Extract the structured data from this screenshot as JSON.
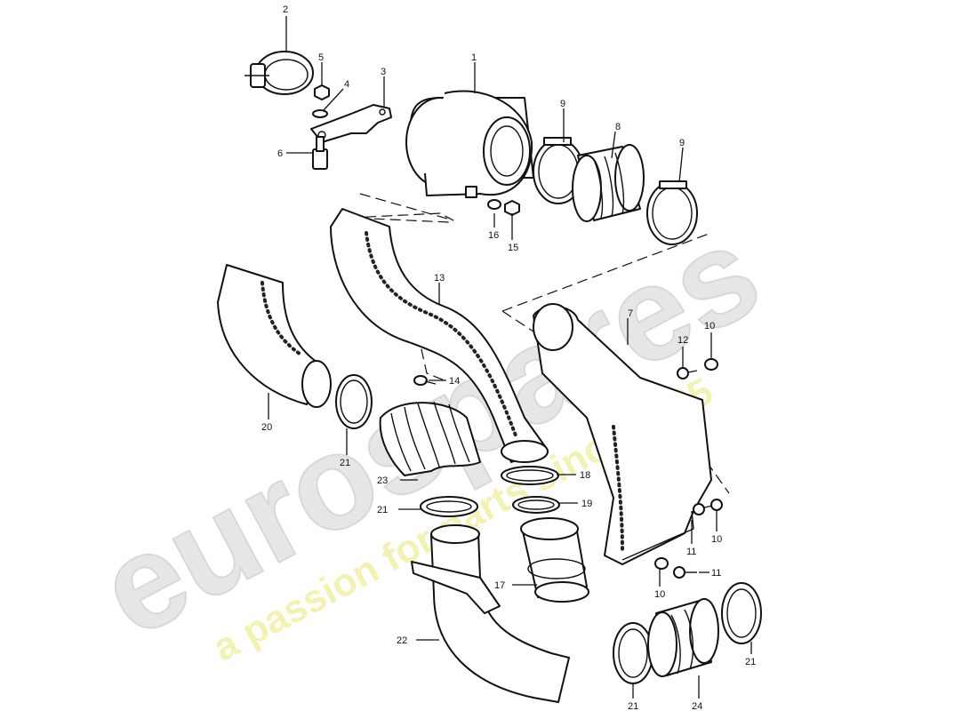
{
  "watermark": {
    "brand": "eurospares",
    "tagline": "a passion for parts since 1985"
  },
  "parts": [
    {
      "id": "p1",
      "number": "1"
    },
    {
      "id": "p2",
      "number": "2"
    },
    {
      "id": "p3",
      "number": "3"
    },
    {
      "id": "p4",
      "number": "4"
    },
    {
      "id": "p5",
      "number": "5"
    },
    {
      "id": "p6",
      "number": "6"
    },
    {
      "id": "p7",
      "number": "7"
    },
    {
      "id": "p8",
      "number": "8"
    },
    {
      "id": "p9a",
      "number": "9"
    },
    {
      "id": "p9b",
      "number": "9"
    },
    {
      "id": "p10a",
      "number": "10"
    },
    {
      "id": "p10b",
      "number": "10"
    },
    {
      "id": "p10c",
      "number": "10"
    },
    {
      "id": "p11a",
      "number": "11"
    },
    {
      "id": "p11b",
      "number": "11"
    },
    {
      "id": "p12",
      "number": "12"
    },
    {
      "id": "p13",
      "number": "13"
    },
    {
      "id": "p14",
      "number": "14"
    },
    {
      "id": "p15",
      "number": "15"
    },
    {
      "id": "p16",
      "number": "16"
    },
    {
      "id": "p17",
      "number": "17"
    },
    {
      "id": "p18",
      "number": "18"
    },
    {
      "id": "p19",
      "number": "19"
    },
    {
      "id": "p20",
      "number": "20"
    },
    {
      "id": "p21a",
      "number": "21"
    },
    {
      "id": "p21b",
      "number": "21"
    },
    {
      "id": "p21c",
      "number": "21"
    },
    {
      "id": "p21d",
      "number": "21"
    },
    {
      "id": "p22",
      "number": "22"
    },
    {
      "id": "p23",
      "number": "23"
    },
    {
      "id": "p24",
      "number": "24"
    }
  ]
}
